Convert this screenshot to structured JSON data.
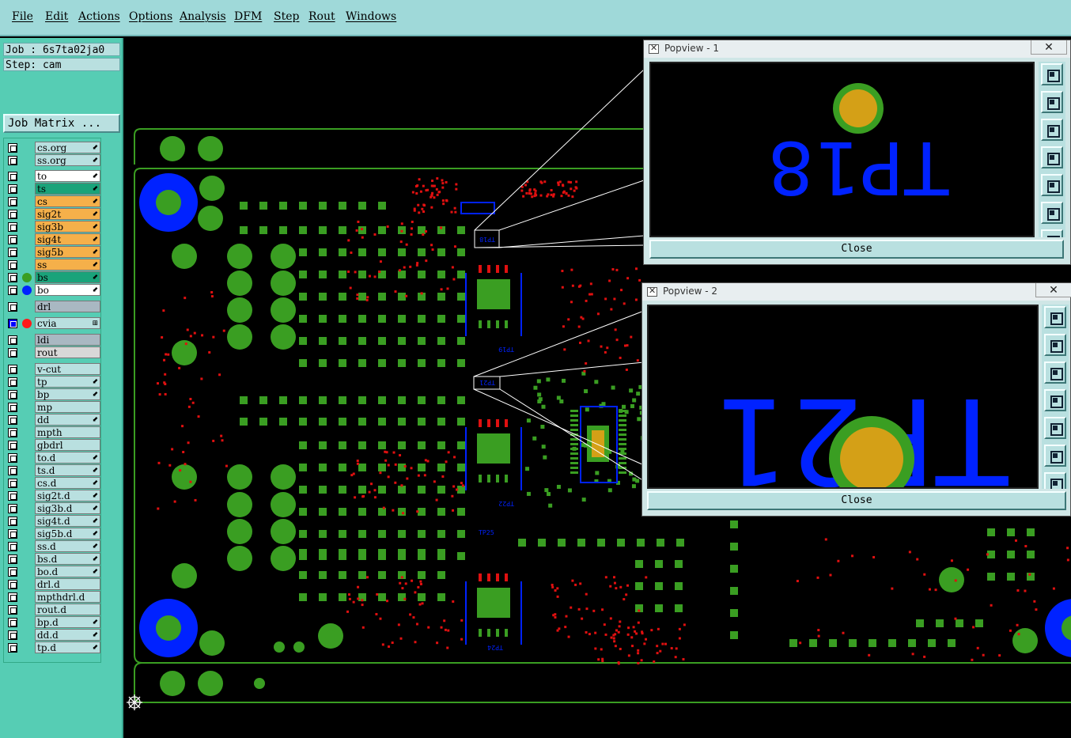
{
  "menu": {
    "items": [
      "File",
      "Edit",
      "Actions",
      "Options",
      "Analysis",
      "DFM",
      "Step",
      "Rout",
      "Windows"
    ]
  },
  "job": {
    "job_line": "Job : 6s7ta02ja0",
    "step_line": "Step: cam",
    "matrix_button": "Job Matrix ..."
  },
  "layers": [
    {
      "name": "cs.org",
      "bg": "#b9e0e0",
      "arrow": true
    },
    {
      "name": "ss.org",
      "bg": "#b9e0e0",
      "arrow": true
    },
    {
      "name": "to",
      "bg": "#ffffff",
      "arrow": true
    },
    {
      "name": "ts",
      "bg": "#1aa37a",
      "arrow": true
    },
    {
      "name": "cs",
      "bg": "#f5b04a",
      "arrow": true
    },
    {
      "name": "sig2t",
      "bg": "#f5b04a",
      "arrow": true
    },
    {
      "name": "sig3b",
      "bg": "#f5b04a",
      "arrow": true
    },
    {
      "name": "sig4t",
      "bg": "#f5b04a",
      "arrow": true
    },
    {
      "name": "sig5b",
      "bg": "#f5b04a",
      "arrow": true
    },
    {
      "name": "ss",
      "bg": "#f5b04a",
      "arrow": true
    },
    {
      "name": "bs",
      "bg": "#1aa37a",
      "arrow": true,
      "dot": "#3a9e22"
    },
    {
      "name": "bo",
      "bg": "#ffffff",
      "arrow": true,
      "dot": "#0022ff"
    },
    {
      "name": "drl",
      "bg": "#a9b8c2",
      "arrow": false
    },
    {
      "name": "cvia",
      "bg": "#b9e0e0",
      "arrow": false,
      "dot": "#ff1a1a",
      "on": true,
      "dim": "⊞"
    },
    {
      "name": "ldi",
      "bg": "#a9b8c2",
      "arrow": false
    },
    {
      "name": "rout",
      "bg": "#d8d8d8",
      "arrow": false
    },
    {
      "name": "v-cut",
      "bg": "#b9e0e0",
      "arrow": false
    },
    {
      "name": "tp",
      "bg": "#b9e0e0",
      "arrow": true
    },
    {
      "name": "bp",
      "bg": "#b9e0e0",
      "arrow": true
    },
    {
      "name": "mp",
      "bg": "#b9e0e0",
      "arrow": false
    },
    {
      "name": "dd",
      "bg": "#b9e0e0",
      "arrow": true
    },
    {
      "name": "mpth",
      "bg": "#b9e0e0",
      "arrow": false
    },
    {
      "name": "gbdrl",
      "bg": "#b9e0e0",
      "arrow": false
    },
    {
      "name": "to.d",
      "bg": "#b9e0e0",
      "arrow": true
    },
    {
      "name": "ts.d",
      "bg": "#b9e0e0",
      "arrow": true
    },
    {
      "name": "cs.d",
      "bg": "#b9e0e0",
      "arrow": true
    },
    {
      "name": "sig2t.d",
      "bg": "#b9e0e0",
      "arrow": true
    },
    {
      "name": "sig3b.d",
      "bg": "#b9e0e0",
      "arrow": true
    },
    {
      "name": "sig4t.d",
      "bg": "#b9e0e0",
      "arrow": true
    },
    {
      "name": "sig5b.d",
      "bg": "#b9e0e0",
      "arrow": true
    },
    {
      "name": "ss.d",
      "bg": "#b9e0e0",
      "arrow": true
    },
    {
      "name": "bs.d",
      "bg": "#b9e0e0",
      "arrow": true
    },
    {
      "name": "bo.d",
      "bg": "#b9e0e0",
      "arrow": true
    },
    {
      "name": "drl.d",
      "bg": "#b9e0e0",
      "arrow": false
    },
    {
      "name": "mpthdrl.d",
      "bg": "#b9e0e0",
      "arrow": false
    },
    {
      "name": "rout.d",
      "bg": "#b9e0e0",
      "arrow": false
    },
    {
      "name": "bp.d",
      "bg": "#b9e0e0",
      "arrow": true
    },
    {
      "name": "dd.d",
      "bg": "#b9e0e0",
      "arrow": true
    },
    {
      "name": "tp.d",
      "bg": "#b9e0e0",
      "arrow": true
    }
  ],
  "popup1": {
    "title": "Popview - 1",
    "close_x": "✕",
    "close_label": "Close",
    "text": "TP18"
  },
  "popup2": {
    "title": "Popview - 2",
    "close_x": "✕",
    "close_label": "Close",
    "text": "TP21"
  },
  "board_labels": {
    "tp19": "TP19",
    "tp22": "TP22",
    "tp25": "TP25",
    "tp24": "TP24",
    "tp18_small": "TP18",
    "tp21_small": "TP21"
  },
  "colors": {
    "menu_bg": "#9fd9d9",
    "panel_bg": "#56cdb4",
    "pad_green": "#3a9e22",
    "silk_blue": "#0022ff",
    "drill_red": "#e01010",
    "gold": "#d4a017"
  },
  "icons": [
    "popview-icon",
    "close-icon",
    "zoom-tool-icon",
    "pan-up-icon",
    "pan-down-icon",
    "pan-left-icon",
    "pan-right-icon",
    "fit-icon",
    "origin-icon"
  ]
}
